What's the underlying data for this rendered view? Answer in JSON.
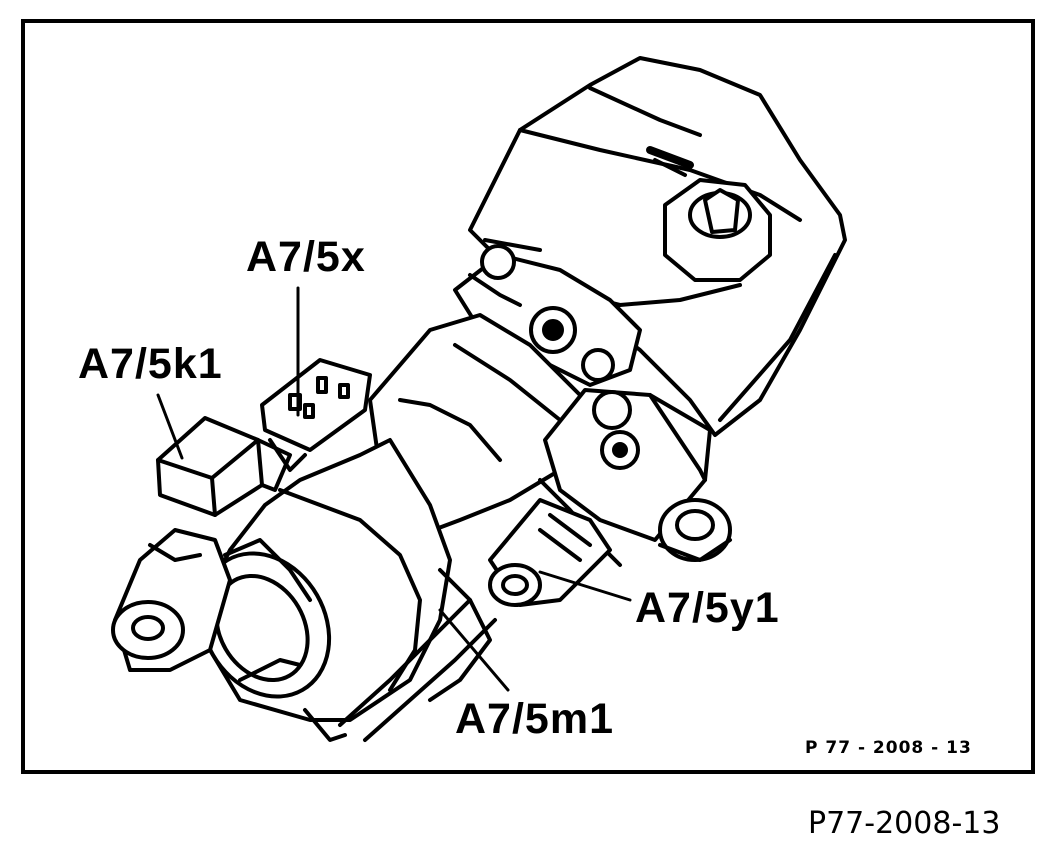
{
  "labels": {
    "plug": "A7/5x",
    "relay": "A7/5k1",
    "valve": "A7/5y1",
    "motor": "A7/5m1"
  },
  "figure_code": "P 77 - 2008 - 13",
  "caption": "P77-2008-13"
}
